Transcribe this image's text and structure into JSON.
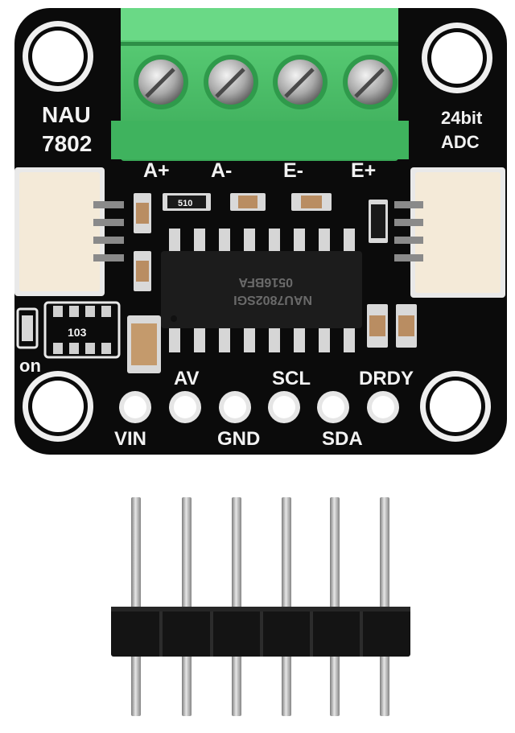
{
  "board": {
    "chip_name_line1": "NAU",
    "chip_name_line2": "7802",
    "resolution_line1": "24bit",
    "resolution_line2": "ADC",
    "terminal_labels": [
      "A+",
      "A-",
      "E-",
      "E+"
    ],
    "power_led_label": "on",
    "ic_marking_line1": "NAU7802SGI",
    "ic_marking_line2": "0516BFA",
    "resistor_marking": "510",
    "array_marking": "103",
    "pin_labels_top": [
      "AV",
      "SCL",
      "DRDY"
    ],
    "pin_labels_bottom": [
      "VIN",
      "GND",
      "SDA"
    ]
  },
  "colors": {
    "pcb": "#0b0b0b",
    "terminal_block": "#4cc36a",
    "silkscreen": "#f2f2f2",
    "connector": "#f4ead8",
    "header_plastic": "#141414",
    "header_pin": "#b9b9b9"
  }
}
